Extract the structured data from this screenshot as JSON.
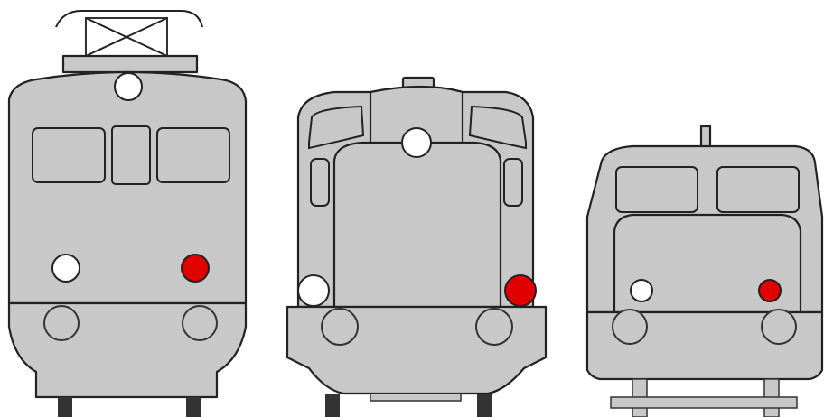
{
  "colors": {
    "body": "#c8c8c8",
    "outline": "#222222",
    "headlight_white": "#ffffff",
    "tail_light_red": "#e00000",
    "background": "#ffffff"
  },
  "locomotives": [
    {
      "kind": "electric-locomotive",
      "pantograph": true,
      "lights": [
        "white",
        "white",
        "red"
      ]
    },
    {
      "kind": "diesel-shunter",
      "pantograph": false,
      "lights": [
        "white",
        "white",
        "red"
      ]
    },
    {
      "kind": "railcar",
      "pantograph": false,
      "lights": [
        "white",
        "red"
      ]
    }
  ]
}
